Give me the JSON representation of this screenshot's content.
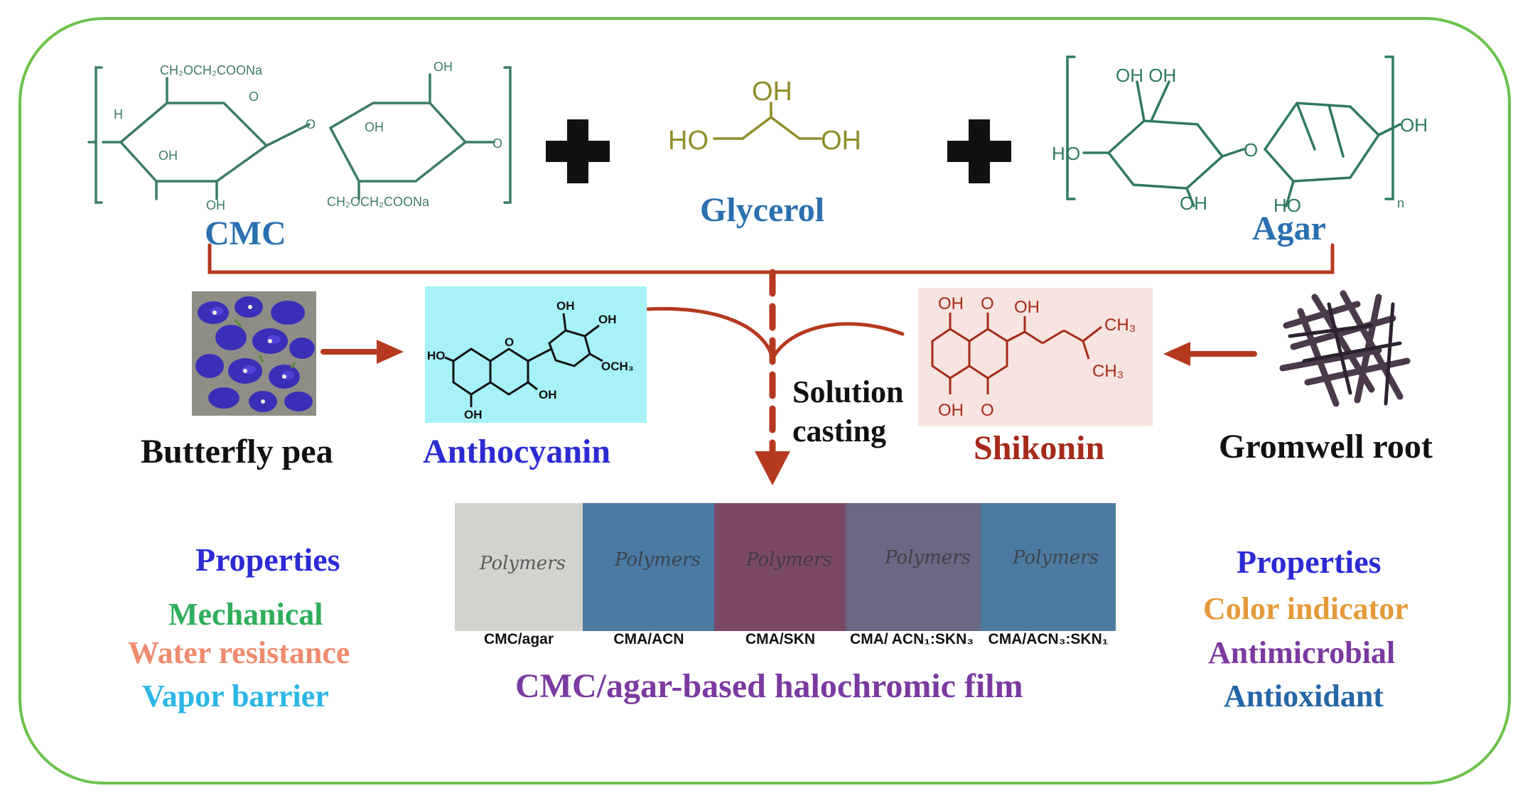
{
  "top_components": {
    "cmc": {
      "name": "CMC",
      "groups": [
        "CH₂OCH₂COONa",
        "CH₂OCH₂COONa",
        "OH",
        "OH",
        "OH",
        "OH",
        "H",
        "O"
      ]
    },
    "glycerol": {
      "name": "Glycerol",
      "groups": [
        "OH",
        "HO",
        "OH"
      ]
    },
    "agar": {
      "name": "Agar",
      "groups": [
        "OH OH",
        "OH",
        "HO",
        "OH",
        "H",
        "O",
        "n"
      ]
    }
  },
  "sources": {
    "butterfly_pea": "Butterfly pea",
    "gromwell_root": "Gromwell root"
  },
  "dyes": {
    "anthocyanin": {
      "name": "Anthocyanin",
      "groups": [
        "OH",
        "OH",
        "HO",
        "OCH₃",
        "OH",
        "OH",
        "O"
      ]
    },
    "shikonin": {
      "name": "Shikonin",
      "groups": [
        "OH",
        "O",
        "OH",
        "CH₃",
        "CH₃",
        "OH",
        "O"
      ]
    }
  },
  "process": {
    "line1": "Solution",
    "line2": "casting"
  },
  "films": {
    "title": "CMC/agar-based halochromic film",
    "samples": [
      {
        "label": "CMC/agar",
        "color": "#d2d3cf"
      },
      {
        "label": "CMA/ACN",
        "color": "#4b7aa3"
      },
      {
        "label": "CMA/SKN",
        "color": "#7b4966"
      },
      {
        "label": "CMA/ ACN₁:SKN₃",
        "color": "#6a6882"
      },
      {
        "label": "CMA/ACN₃:SKN₁",
        "color": "#4d7aa0"
      }
    ],
    "handwriting": "Polymers"
  },
  "properties_left": {
    "title": "Properties",
    "items": [
      {
        "text": "Mechanical",
        "color": "#2fae5b"
      },
      {
        "text": "Water  resistance",
        "color": "#ee8b6e"
      },
      {
        "text": "Vapor barrier",
        "color": "#2bb6e6"
      }
    ]
  },
  "properties_right": {
    "title": "Properties",
    "items": [
      {
        "text": "Color indicator",
        "color": "#e59a3a"
      },
      {
        "text": "Antimicrobial",
        "color": "#7a3aa0"
      },
      {
        "text": "Antioxidant",
        "color": "#2466a8"
      }
    ]
  },
  "colors": {
    "frame": "#6cc24a",
    "cmc_structure": "#3d7a6a",
    "glycerol_structure": "#8f8d2a",
    "agar_structure": "#2f7a5c",
    "bracket_arrows": "#b5391f",
    "shikonin": "#a52a1a",
    "anthocyanin_bg": "#a6f2f7",
    "shikonin_bg": "#f7e3df"
  }
}
